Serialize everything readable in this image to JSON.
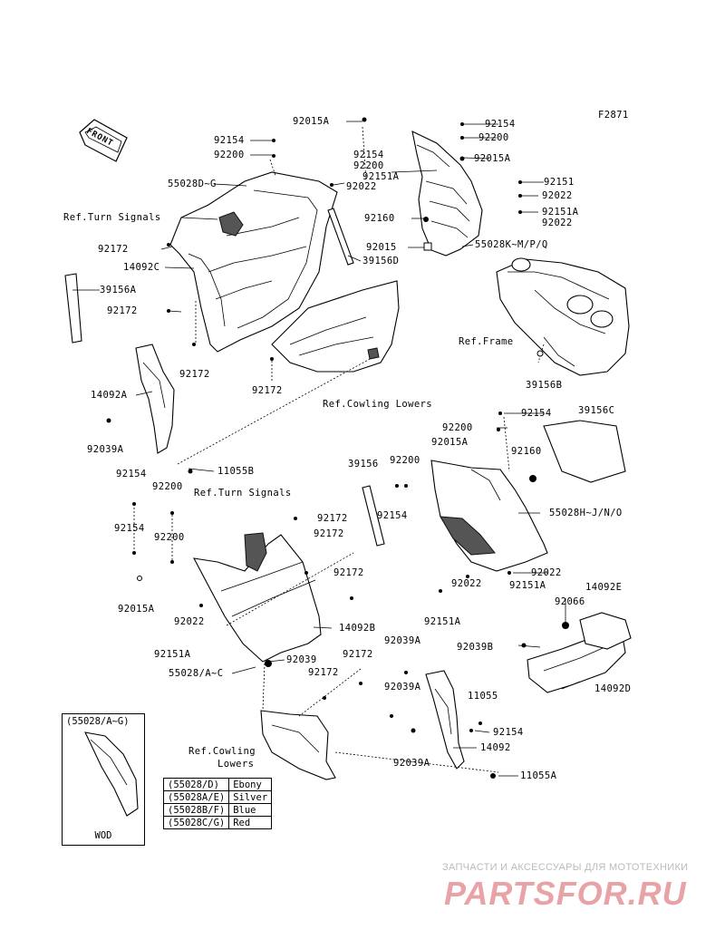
{
  "diagram_code": "F2871",
  "front_badge": "FRONT",
  "labels": [
    {
      "key": "l1",
      "text": "92015A"
    },
    {
      "key": "l2",
      "text": "92154"
    },
    {
      "key": "l3",
      "text": "92200"
    },
    {
      "key": "l4",
      "text": "92154"
    },
    {
      "key": "l5",
      "text": "92200"
    },
    {
      "key": "l6",
      "text": "92015A"
    },
    {
      "key": "l7",
      "text": "92154"
    },
    {
      "key": "l8",
      "text": "92200"
    },
    {
      "key": "l9",
      "text": "55028D~G"
    },
    {
      "key": "l10",
      "text": "92151A"
    },
    {
      "key": "l11",
      "text": "92022"
    },
    {
      "key": "l12",
      "text": "92151"
    },
    {
      "key": "l13",
      "text": "92022"
    },
    {
      "key": "l14",
      "text": "Ref.Turn Signals"
    },
    {
      "key": "l15",
      "text": "92160"
    },
    {
      "key": "l16",
      "text": "92151A"
    },
    {
      "key": "l17",
      "text": "92022"
    },
    {
      "key": "l18",
      "text": "92172"
    },
    {
      "key": "l19",
      "text": "92015"
    },
    {
      "key": "l20",
      "text": "55028K~M/P/Q"
    },
    {
      "key": "l21",
      "text": "14092C"
    },
    {
      "key": "l22",
      "text": "39156D"
    },
    {
      "key": "l23",
      "text": "39156A"
    },
    {
      "key": "l24",
      "text": "92172"
    },
    {
      "key": "l25",
      "text": "Ref.Frame"
    },
    {
      "key": "l26",
      "text": "92172"
    },
    {
      "key": "l27",
      "text": "39156B"
    },
    {
      "key": "l28",
      "text": "14092A"
    },
    {
      "key": "l29",
      "text": "92172"
    },
    {
      "key": "l30",
      "text": "Ref.Cowling Lowers"
    },
    {
      "key": "l31",
      "text": "92154"
    },
    {
      "key": "l32",
      "text": "39156C"
    },
    {
      "key": "l33",
      "text": "92200"
    },
    {
      "key": "l34",
      "text": "92039A"
    },
    {
      "key": "l35",
      "text": "92015A"
    },
    {
      "key": "l36",
      "text": "92160"
    },
    {
      "key": "l37",
      "text": "11055B"
    },
    {
      "key": "l38",
      "text": "39156"
    },
    {
      "key": "l39",
      "text": "92200"
    },
    {
      "key": "l40",
      "text": "92154"
    },
    {
      "key": "l41",
      "text": "92200"
    },
    {
      "key": "l42",
      "text": "Ref.Turn Signals"
    },
    {
      "key": "l43",
      "text": "92154"
    },
    {
      "key": "l44",
      "text": "55028H~J/N/O"
    },
    {
      "key": "l45",
      "text": "92172"
    },
    {
      "key": "l46",
      "text": "92154"
    },
    {
      "key": "l47",
      "text": "92200"
    },
    {
      "key": "l48",
      "text": "92172"
    },
    {
      "key": "l49",
      "text": "92022"
    },
    {
      "key": "l50",
      "text": "92172"
    },
    {
      "key": "l51",
      "text": "14092E"
    },
    {
      "key": "l52",
      "text": "92022"
    },
    {
      "key": "l53",
      "text": "92151A"
    },
    {
      "key": "l54",
      "text": "92015A"
    },
    {
      "key": "l55",
      "text": "92066"
    },
    {
      "key": "l56",
      "text": "92151A"
    },
    {
      "key": "l57",
      "text": "92022"
    },
    {
      "key": "l58",
      "text": "14092B"
    },
    {
      "key": "l59",
      "text": "92039A"
    },
    {
      "key": "l60",
      "text": "92039B"
    },
    {
      "key": "l61",
      "text": "92151A"
    },
    {
      "key": "l62",
      "text": "92039"
    },
    {
      "key": "l63",
      "text": "92172"
    },
    {
      "key": "l64",
      "text": "55028/A~C"
    },
    {
      "key": "l65",
      "text": "92172"
    },
    {
      "key": "l66",
      "text": "14092D"
    },
    {
      "key": "l67",
      "text": "92039A"
    },
    {
      "key": "l68",
      "text": "11055"
    },
    {
      "key": "l69",
      "text": "92154"
    },
    {
      "key": "l70",
      "text": "14092"
    },
    {
      "key": "l71",
      "text": "Ref.Cowling"
    },
    {
      "key": "l72",
      "text": "Lowers"
    },
    {
      "key": "l73",
      "text": "92039A"
    },
    {
      "key": "l74",
      "text": "11055A"
    }
  ],
  "inset": {
    "title": "(55028/A~G)",
    "code": "WOD"
  },
  "color_table": [
    {
      "code": "(55028/D)",
      "color": "Ebony"
    },
    {
      "code": "(55028A/E)",
      "color": "Silver"
    },
    {
      "code": "(55028B/F)",
      "color": "Blue"
    },
    {
      "code": "(55028C/G)",
      "color": "Red"
    }
  ],
  "watermark": {
    "tagline": "ЗАПЧАСТИ И АКСЕССУАРЫ ДЛЯ МОТОТЕХНИКИ",
    "logo": "PARTSFOR.RU",
    "logo_color": "#e8a3a7"
  }
}
